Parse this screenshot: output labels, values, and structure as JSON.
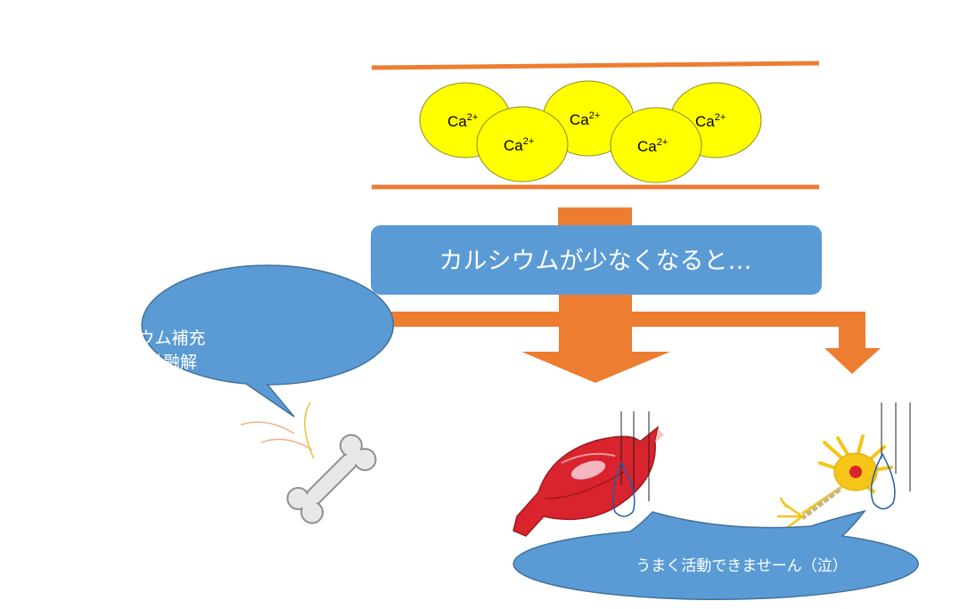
{
  "ions": [
    {
      "symbol": "Ca",
      "charge": "2+"
    },
    {
      "symbol": "Ca",
      "charge": "2+"
    },
    {
      "symbol": "Ca",
      "charge": "2+"
    },
    {
      "symbol": "Ca",
      "charge": "2+"
    },
    {
      "symbol": "Ca",
      "charge": "2+"
    }
  ],
  "banner": {
    "text": "カルシウムが少なくなると…"
  },
  "bone_bubble": {
    "line1": "カルシウム補充",
    "line2": "のため骨融解"
  },
  "bottom_bubble": {
    "text": "うまく活動できませーん（泣）"
  },
  "colors": {
    "orange": "#ED7D31",
    "blue": "#5B9BD5",
    "ion_fill": "#FFFF00",
    "muscle": "#D9232D",
    "neuron": "#F5C518"
  }
}
